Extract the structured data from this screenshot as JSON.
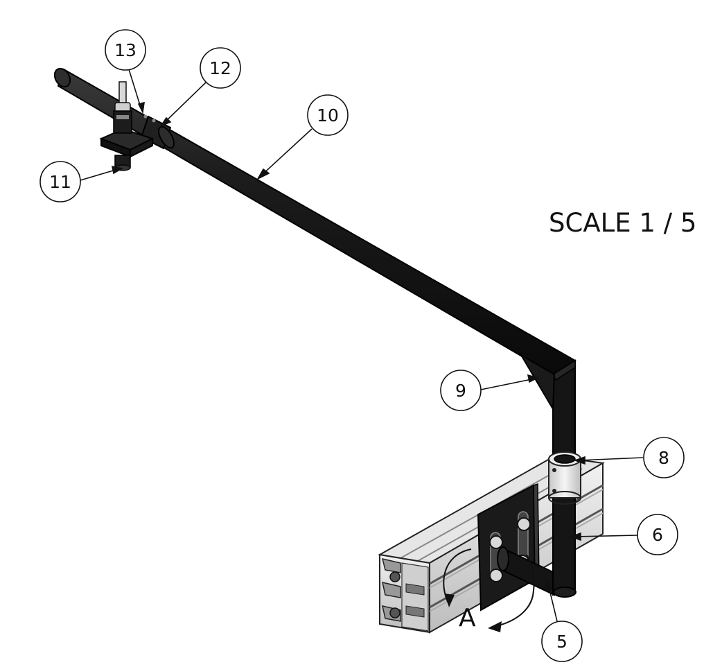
{
  "drawing": {
    "scale_text": "SCALE 1 / 5",
    "view_label": "A",
    "balloons": {
      "b13": "13",
      "b12": "12",
      "b10": "10",
      "b11": "11",
      "b9": "9",
      "b8": "8",
      "b6": "6",
      "b5": "5"
    }
  }
}
